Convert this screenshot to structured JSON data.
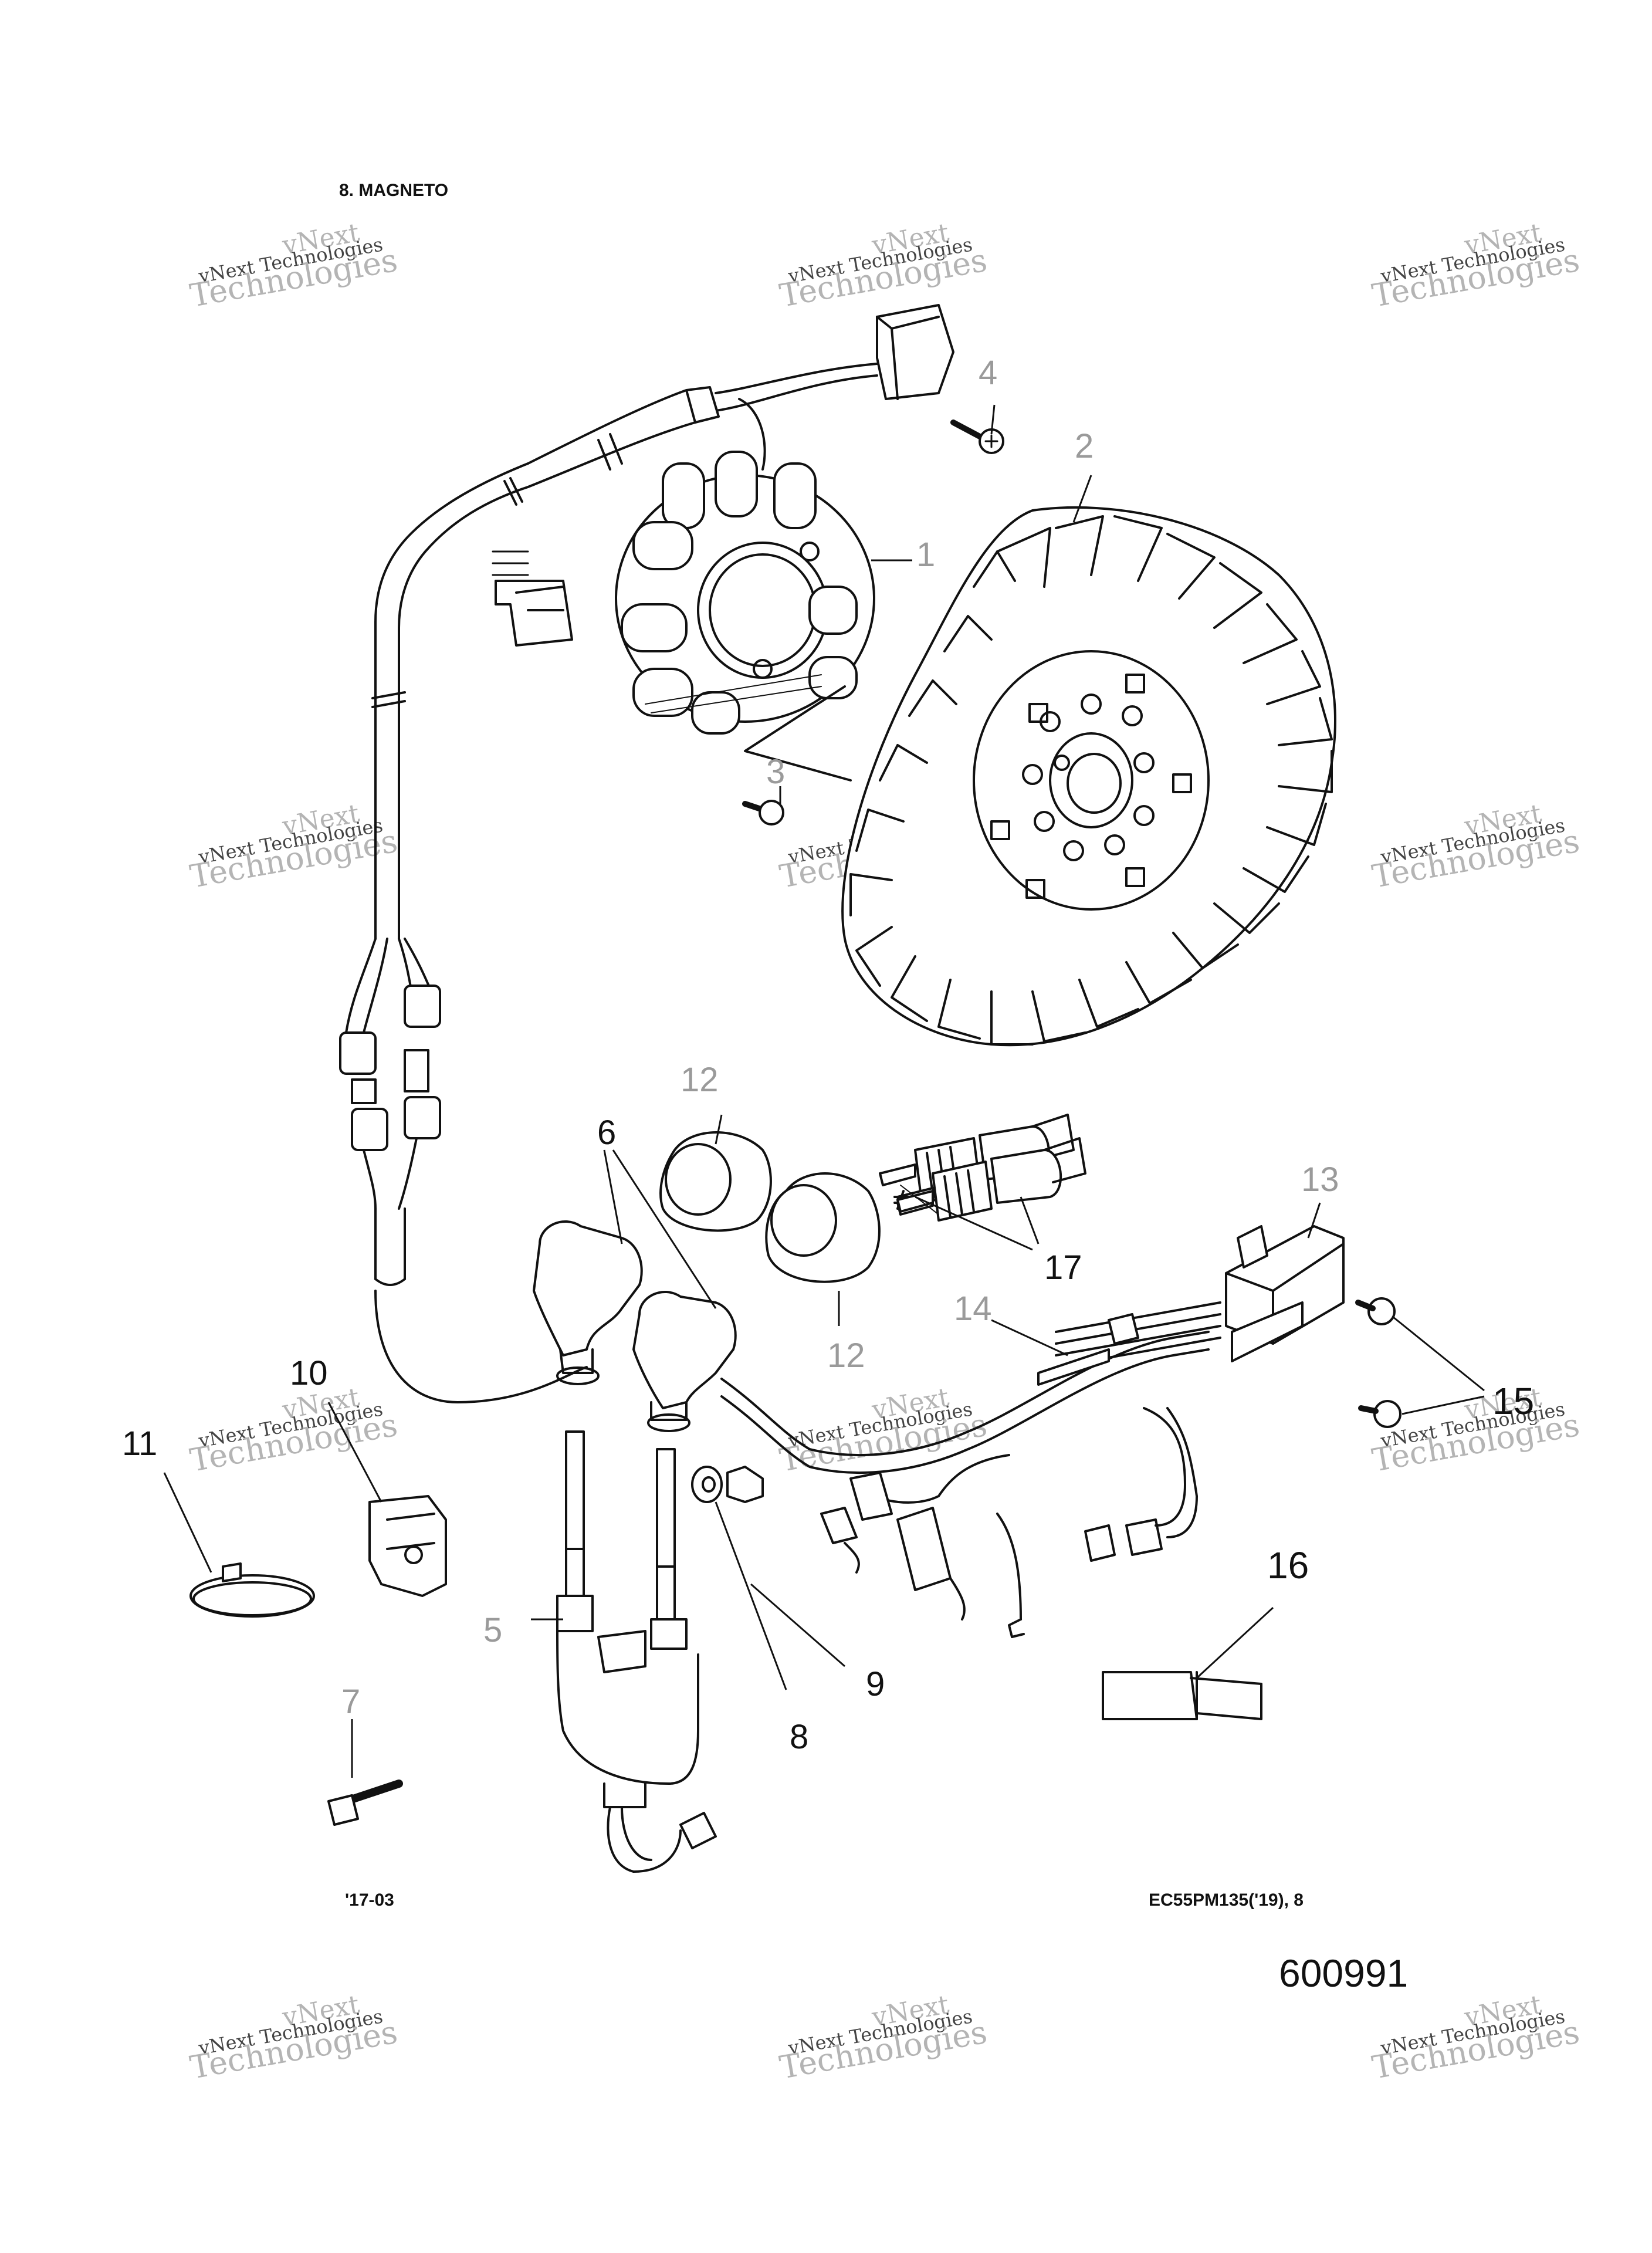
{
  "header": {
    "section_title": "8. MAGNETO",
    "date_code": "'17-03",
    "model_ref": "EC55PM135('19), 8",
    "diagram_id": "600991"
  },
  "watermark": {
    "line1": "vNext",
    "line2": "vNext Technologies",
    "line3": "Technologies"
  },
  "callouts": {
    "c1": "1",
    "c2": "2",
    "c3": "3",
    "c4": "4",
    "c5": "5",
    "c6": "6",
    "c7": "7",
    "c8": "8",
    "c9": "9",
    "c10": "10",
    "c11": "11",
    "c12a": "12",
    "c12b": "12",
    "c13": "13",
    "c14": "14",
    "c15": "15",
    "c16": "16",
    "c17": "17"
  },
  "colors": {
    "ink": "#111111",
    "callout_gray": "#9a9a9a",
    "watermark": "#b4b4b4"
  }
}
